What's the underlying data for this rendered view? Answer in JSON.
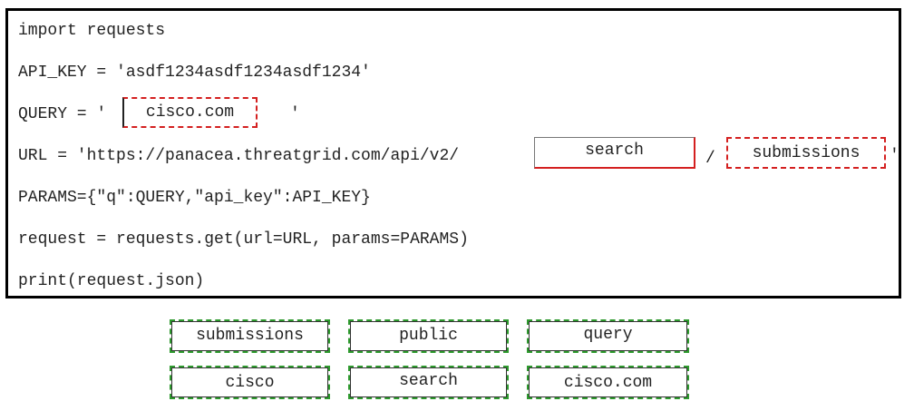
{
  "code": {
    "line1": "import requests",
    "line2": "API_KEY = 'asdf1234asdf1234asdf1234'",
    "line3_prefix": "QUERY = '",
    "line3_suffix": "'",
    "line4_prefix": "URL = 'https://panacea.threatgrid.com/api/v2/",
    "line4_sep": "/",
    "line4_suffix": "'",
    "line5": "PARAMS={\"q\":QUERY,\"api_key\":API_KEY}",
    "line6": "request = requests.get(url=URL, params=PARAMS)",
    "line7": "print(request.json)"
  },
  "slots": {
    "query": "cisco.com",
    "url_part1": "search",
    "url_part2": "submissions"
  },
  "tiles": [
    "submissions",
    "public",
    "query",
    "cisco",
    "search",
    "cisco.com"
  ],
  "colors": {
    "slot_border": "#d42020",
    "tile_border": "#2e9a2e",
    "frame_border": "#000000"
  }
}
